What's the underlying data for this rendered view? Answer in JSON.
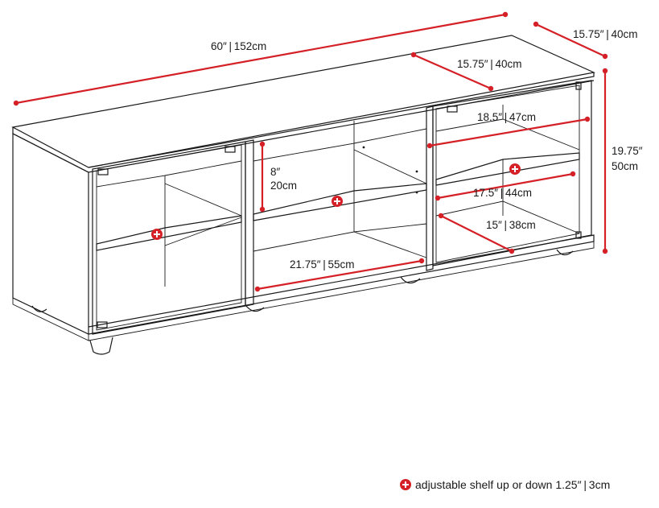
{
  "dimensions": {
    "width": "60″ | 152cm",
    "depth_top": "15.75″ | 40cm",
    "depth_inner": "15.75″ | 40cm",
    "cabinet_width": "18.5″ | 47cm",
    "height_in": "19.75″",
    "height_cm": "50cm",
    "shelf_gap_in": "8″",
    "shelf_gap_cm": "20cm",
    "shelf_width": "17.5″ | 44cm",
    "shelf_depth": "15″ | 38cm",
    "open_width": "21.75″ | 55cm"
  },
  "legend": {
    "icon": "plus-circle-icon",
    "text": "adjustable shelf up or down 1.25″ | 3cm"
  },
  "colors": {
    "accent": "#d42026",
    "line": "#1a1a1a"
  }
}
